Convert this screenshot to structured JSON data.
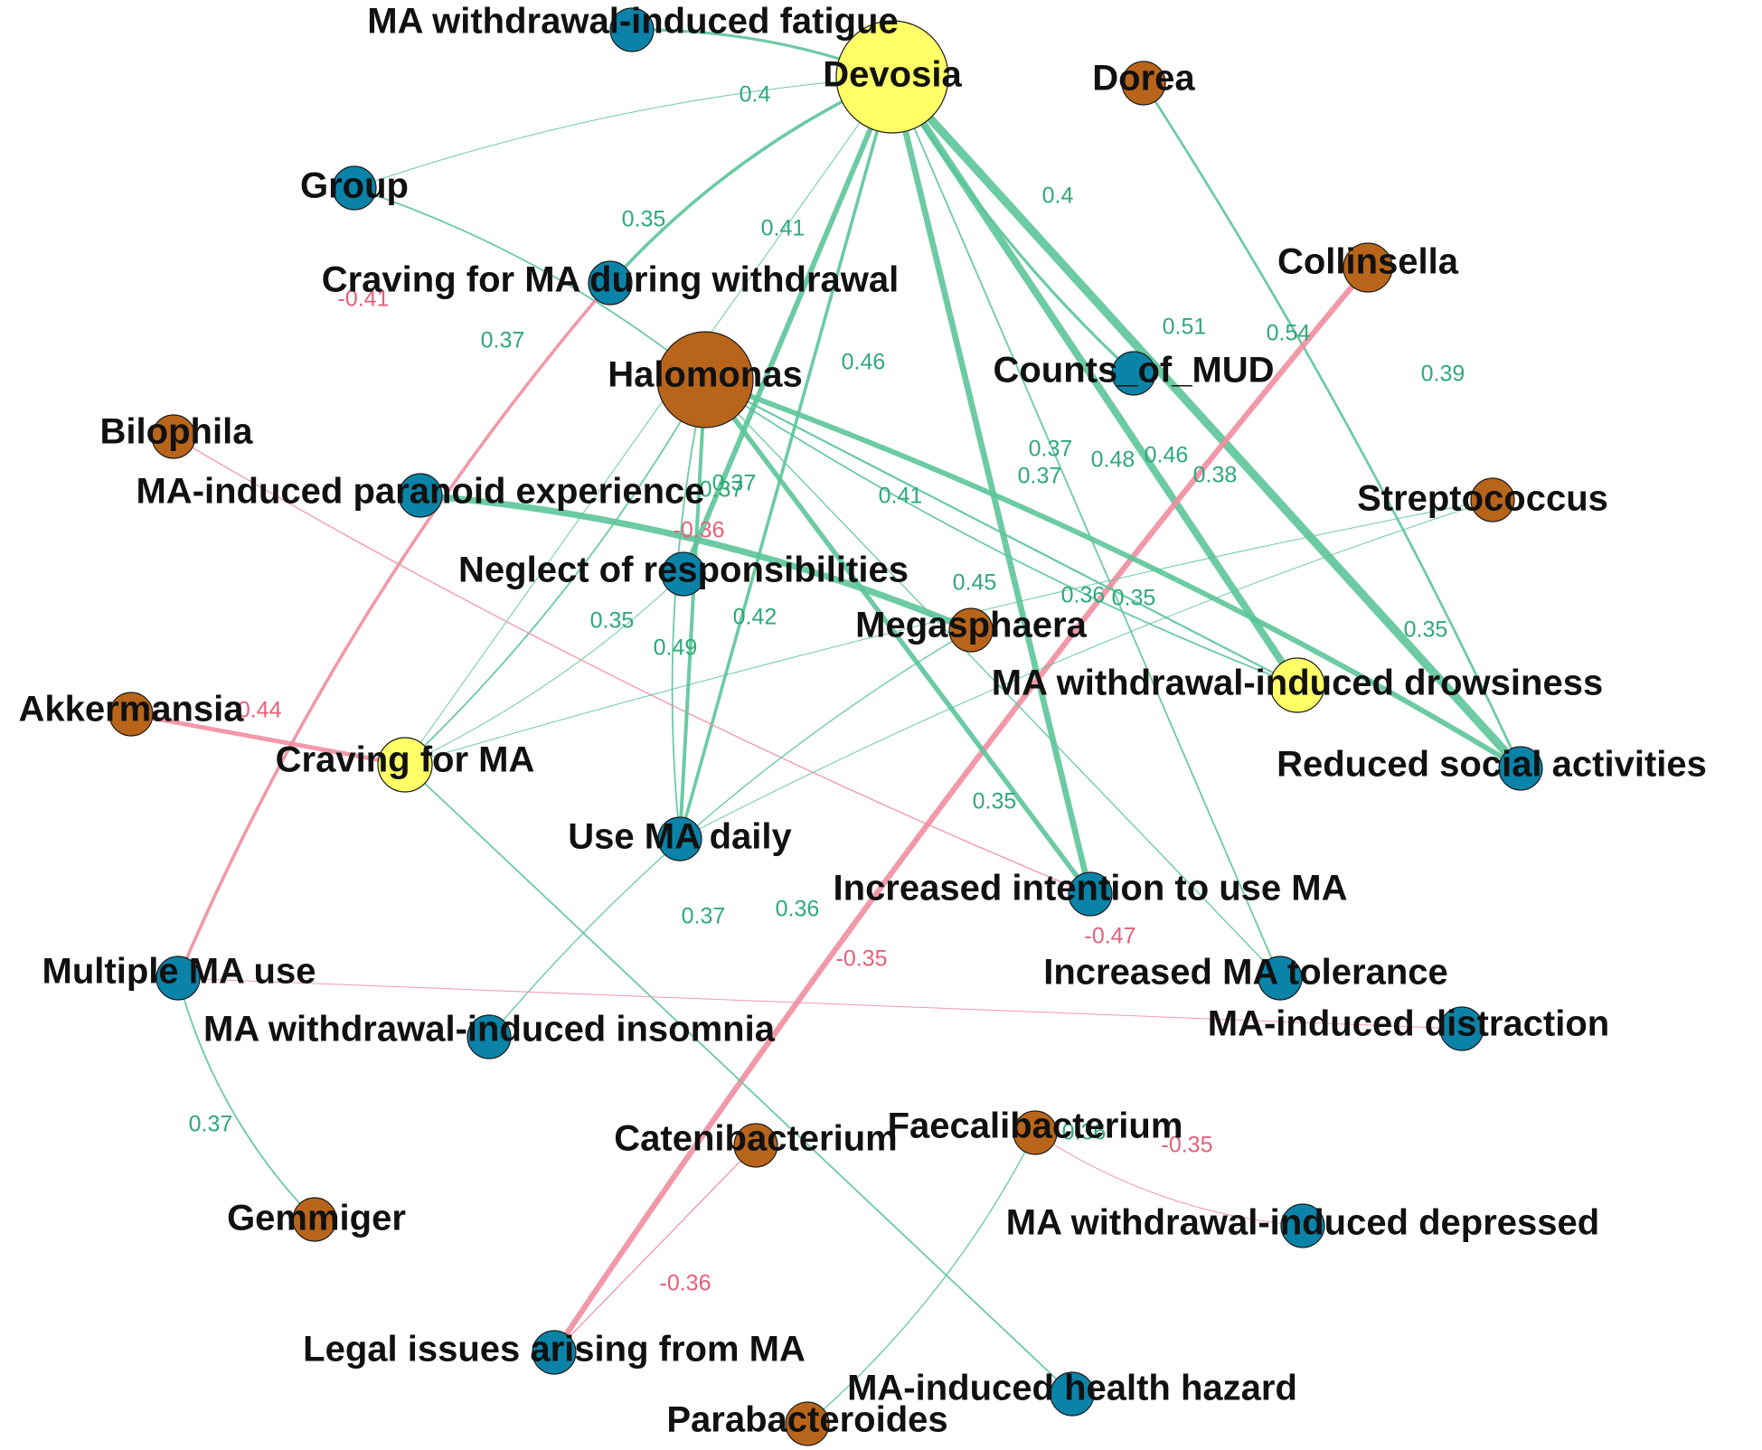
{
  "colors": {
    "positive": "#5cc49a",
    "negative": "#f08ea0",
    "positive_text": "#2fa87a",
    "negative_text": "#e4607a",
    "symptom": "#0b83a8",
    "hub_symptom": "#ffff66",
    "bacterium": "#b8651b"
  },
  "nodes": [
    {
      "id": "devosia",
      "label": "Devosia",
      "kind": "hub_symptom"
    },
    {
      "id": "fatigue",
      "label": "MA withdrawal-induced fatigue",
      "kind": "symptom"
    },
    {
      "id": "dorea",
      "label": "Dorea",
      "kind": "bacterium"
    },
    {
      "id": "group",
      "label": "Group",
      "kind": "symptom"
    },
    {
      "id": "collinsella",
      "label": "Collinsella",
      "kind": "bacterium"
    },
    {
      "id": "craving_withdrawal",
      "label": "Craving for MA during withdrawal",
      "kind": "symptom"
    },
    {
      "id": "halomonas",
      "label": "Halomonas",
      "kind": "bacterium"
    },
    {
      "id": "counts_mud",
      "label": "Counts_of_MUD",
      "kind": "symptom"
    },
    {
      "id": "bilophila",
      "label": "Bilophila",
      "kind": "bacterium"
    },
    {
      "id": "paranoid",
      "label": "MA-induced paranoid experience",
      "kind": "symptom"
    },
    {
      "id": "streptococcus",
      "label": "Streptococcus",
      "kind": "bacterium"
    },
    {
      "id": "neglect",
      "label": "Neglect of responsibilities",
      "kind": "symptom"
    },
    {
      "id": "megasphaera",
      "label": "Megasphaera",
      "kind": "bacterium"
    },
    {
      "id": "drowsiness",
      "label": "MA withdrawal-induced drowsiness",
      "kind": "hub_symptom"
    },
    {
      "id": "akkermansia",
      "label": "Akkermansia",
      "kind": "bacterium"
    },
    {
      "id": "craving",
      "label": "Craving for MA",
      "kind": "hub_symptom"
    },
    {
      "id": "reduced_social",
      "label": "Reduced social activities",
      "kind": "symptom"
    },
    {
      "id": "use_daily",
      "label": "Use MA daily",
      "kind": "symptom"
    },
    {
      "id": "intention",
      "label": "Increased intention to use MA",
      "kind": "symptom"
    },
    {
      "id": "multiple",
      "label": "Multiple MA use",
      "kind": "symptom"
    },
    {
      "id": "tolerance",
      "label": "Increased MA tolerance",
      "kind": "symptom"
    },
    {
      "id": "insomnia",
      "label": "MA withdrawal-induced insomnia",
      "kind": "symptom"
    },
    {
      "id": "distraction",
      "label": "MA-induced distraction",
      "kind": "symptom"
    },
    {
      "id": "catenibacterium",
      "label": "Catenibacterium",
      "kind": "bacterium"
    },
    {
      "id": "faecalibacterium",
      "label": "Faecalibacterium",
      "kind": "bacterium"
    },
    {
      "id": "gemmiger",
      "label": "Gemmiger",
      "kind": "bacterium"
    },
    {
      "id": "depressed",
      "label": "MA withdrawal-induced depressed",
      "kind": "symptom"
    },
    {
      "id": "legal",
      "label": "Legal issues arising from MA",
      "kind": "symptom"
    },
    {
      "id": "health",
      "label": "MA-induced health hazard",
      "kind": "symptom"
    },
    {
      "id": "parabacteroides",
      "label": "Parabacteroides",
      "kind": "bacterium"
    }
  ],
  "edges": [
    {
      "source": "fatigue",
      "target": "devosia",
      "weight": 0.4,
      "label": "0.4"
    },
    {
      "source": "group",
      "target": "devosia",
      "weight": 0.35,
      "label": "0.35"
    },
    {
      "source": "craving_withdrawal",
      "target": "devosia",
      "weight": 0.41,
      "label": "0.41"
    },
    {
      "source": "devosia",
      "target": "counts_mud",
      "weight": 0.4,
      "label": "0.4"
    },
    {
      "source": "devosia",
      "target": "drowsiness",
      "weight": 0.51,
      "label": "0.51"
    },
    {
      "source": "devosia",
      "target": "reduced_social",
      "weight": 0.54,
      "label": "0.54"
    },
    {
      "source": "devosia",
      "target": "neglect",
      "weight": 0.46,
      "label": "0.46"
    },
    {
      "source": "devosia",
      "target": "intention",
      "weight": 0.48,
      "label": "0.48"
    },
    {
      "source": "devosia",
      "target": "tolerance",
      "weight": 0.37,
      "label": "0.37"
    },
    {
      "source": "devosia",
      "target": "use_daily",
      "weight": 0.41,
      "label": "0.41"
    },
    {
      "source": "devosia",
      "target": "craving",
      "weight": 0.35,
      "label": "0.35"
    },
    {
      "source": "dorea",
      "target": "reduced_social",
      "weight": 0.39,
      "label": "0.39"
    },
    {
      "source": "collinsella",
      "target": "legal",
      "weight": -0.47,
      "label": "-0.47"
    },
    {
      "source": "group",
      "target": "halomonas",
      "weight": 0.37,
      "label": "0.37"
    },
    {
      "source": "craving_withdrawal",
      "target": "multiple",
      "weight": -0.41,
      "label": "-0.41"
    },
    {
      "source": "halomonas",
      "target": "reduced_social",
      "weight": 0.46,
      "label": "0.46"
    },
    {
      "source": "halomonas",
      "target": "drowsiness",
      "weight": 0.37,
      "label": "0.37"
    },
    {
      "source": "halomonas",
      "target": "use_daily",
      "weight": 0.37,
      "label": "0.37"
    },
    {
      "source": "halomonas",
      "target": "intention",
      "weight": 0.45,
      "label": "0.45"
    },
    {
      "source": "halomonas",
      "target": "craving",
      "weight": 0.37,
      "label": "0.37"
    },
    {
      "source": "halomonas",
      "target": "tolerance",
      "weight": 0.36,
      "label": "0.36"
    },
    {
      "source": "halomonas",
      "target": "drowsiness",
      "weight": 0.38,
      "label": "0.38"
    },
    {
      "source": "bilophila",
      "target": "intention",
      "weight": -0.36,
      "label": "-0.36"
    },
    {
      "source": "paranoid",
      "target": "megasphaera",
      "weight": 0.49,
      "label": "0.49"
    },
    {
      "source": "neglect",
      "target": "craving",
      "weight": 0.35,
      "label": "0.35"
    },
    {
      "source": "halomonas",
      "target": "use_daily",
      "weight": 0.42,
      "label": "0.42"
    },
    {
      "source": "streptococcus",
      "target": "craving",
      "weight": 0.35,
      "label": "0.35"
    },
    {
      "source": "streptococcus",
      "target": "use_daily",
      "weight": 0.35,
      "label": "0.35"
    },
    {
      "source": "akkermansia",
      "target": "craving",
      "weight": -0.44,
      "label": "-0.44"
    },
    {
      "source": "craving",
      "target": "health",
      "weight": 0.37,
      "label": "0.37"
    },
    {
      "source": "megasphaera",
      "target": "insomnia",
      "weight": 0.36,
      "label": "0.36"
    },
    {
      "source": "multiple",
      "target": "gemmiger",
      "weight": 0.37,
      "label": "0.37"
    },
    {
      "source": "multiple",
      "target": "distraction",
      "weight": -0.35,
      "label": "-0.35"
    },
    {
      "source": "catenibacterium",
      "target": "legal",
      "weight": -0.36,
      "label": "-0.36"
    },
    {
      "source": "faecalibacterium",
      "target": "parabacteroides",
      "weight": 0.36,
      "label": "0.36"
    },
    {
      "source": "faecalibacterium",
      "target": "depressed",
      "weight": -0.35,
      "label": "-0.35"
    }
  ]
}
